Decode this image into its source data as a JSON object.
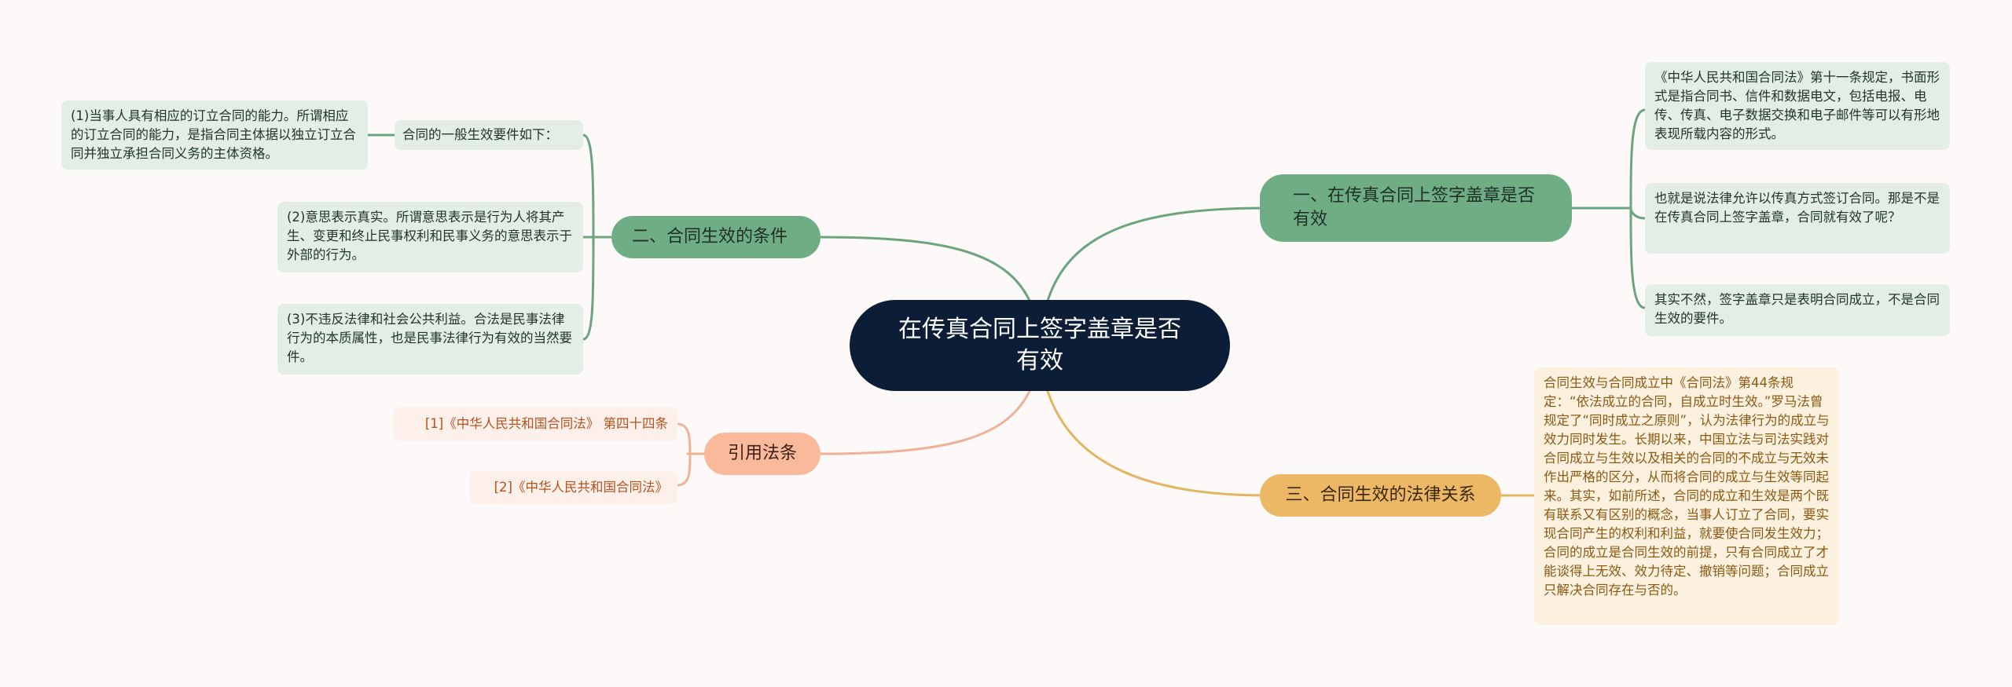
{
  "root": {
    "title": "在传真合同上签字盖章是否有效"
  },
  "branches": [
    {
      "id": "b1",
      "label": "一、在传真合同上签字盖章是否有效",
      "side": "right",
      "color": "#6fae85",
      "children": [
        "《中华人民共和国合同法》第十一条规定，书面形式是指合同书、信件和数据电文，包括电报、电传、传真、电子数据交换和电子邮件等可以有形地表现所载内容的形式。",
        "也就是说法律允许以传真方式签订合同。那是不是在传真合同上签字盖章，合同就有效了呢？",
        "其实不然，签字盖章只是表明合同成立，不是合同生效的要件。"
      ]
    },
    {
      "id": "b2",
      "label": "二、合同生效的条件",
      "side": "left",
      "color": "#6fae85",
      "children": [
        {
          "label": "合同的一般生效要件如下：",
          "children": [
            "(1)当事人具有相应的订立合同的能力。所谓相应的订立合同的能力，是指合同主体据以独立订立合同并独立承担合同义务的主体资格。"
          ]
        },
        "(2)意思表示真实。所谓意思表示是行为人将其产生、变更和终止民事权利和民事义务的意思表示于外部的行为。",
        "(3)不违反法律和社会公共利益。合法是民事法律行为的本质属性，也是民事法律行为有效的当然要件。"
      ]
    },
    {
      "id": "b3",
      "label": "三、合同生效的法律关系",
      "side": "right",
      "color": "#edb866",
      "children": [
        "合同生效与合同成立中《合同法》第44条规定：“依法成立的合同，自成立时生效。”罗马法曾规定了“同时成立之原则”，认为法律行为的成立与效力同时发生。长期以来，中国立法与司法实践对合同成立与生效以及相关的合同的不成立与无效未作出严格的区分，从而将合同的成立与生效等同起来。其实，如前所述，合同的成立和生效是两个既有联系又有区别的概念，当事人订立了合同，要实现合同产生的权利和利益，就要使合同发生效力；合同的成立是合同生效的前提，只有合同成立了才能谈得上无效、效力待定、撤销等问题；合同成立只解决合同存在与否的。"
      ]
    },
    {
      "id": "b4",
      "label": "引用法条",
      "side": "left",
      "color": "#fbb99b",
      "children": [
        "[1]《中华人民共和国合同法》 第四十四条",
        "[2]《中华人民共和国合同法》"
      ]
    }
  ],
  "colors": {
    "background": "#fdf9f8",
    "root": "#0c1e37",
    "green_branch": "#6fae85",
    "green_line": "#6aa57f",
    "green_leaf": "#e3efe6",
    "salmon_branch": "#fbb99b",
    "salmon_leaf": "#fdf0ea",
    "salmon_text": "#b5521e",
    "gold_branch": "#edb866",
    "gold_leaf": "#fcf0df",
    "gold_text": "#8a5a12"
  }
}
